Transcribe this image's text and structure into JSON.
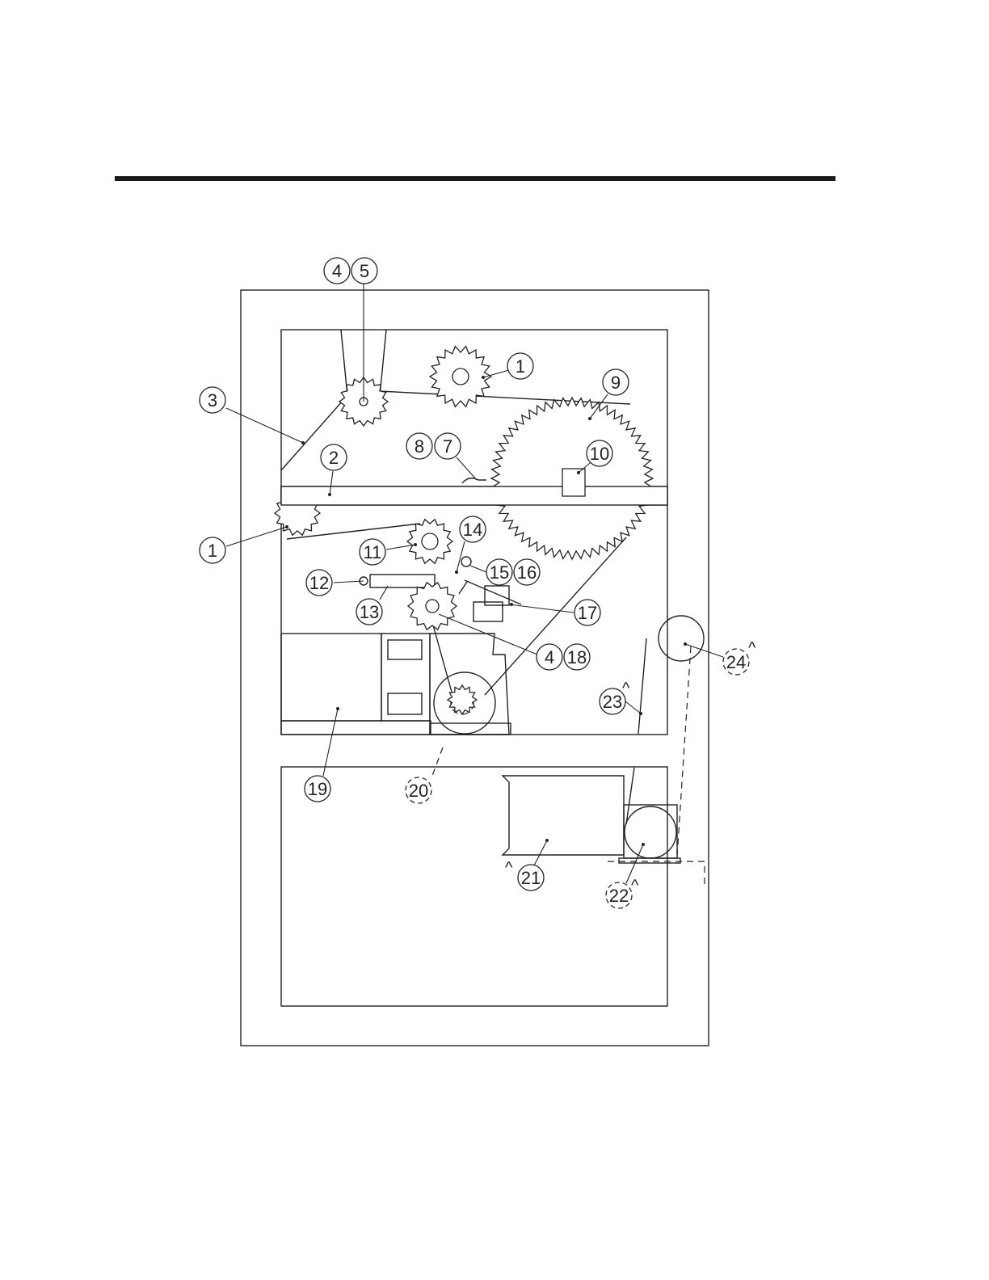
{
  "diagram": {
    "callouts": [
      {
        "id": "c4a",
        "label": "4"
      },
      {
        "id": "c5",
        "label": "5"
      },
      {
        "id": "c1a",
        "label": "1"
      },
      {
        "id": "c9",
        "label": "9"
      },
      {
        "id": "c3",
        "label": "3"
      },
      {
        "id": "c8",
        "label": "8"
      },
      {
        "id": "c7",
        "label": "7"
      },
      {
        "id": "c10",
        "label": "10"
      },
      {
        "id": "c2",
        "label": "2"
      },
      {
        "id": "c1b",
        "label": "1"
      },
      {
        "id": "c14",
        "label": "14"
      },
      {
        "id": "c11",
        "label": "11"
      },
      {
        "id": "c15",
        "label": "15"
      },
      {
        "id": "c16",
        "label": "16"
      },
      {
        "id": "c12",
        "label": "12"
      },
      {
        "id": "c13",
        "label": "13"
      },
      {
        "id": "c17",
        "label": "17"
      },
      {
        "id": "c4b",
        "label": "4"
      },
      {
        "id": "c18",
        "label": "18"
      },
      {
        "id": "c24",
        "label": "24"
      },
      {
        "id": "c23",
        "label": "23"
      },
      {
        "id": "c19",
        "label": "19"
      },
      {
        "id": "c20",
        "label": "20"
      },
      {
        "id": "c21",
        "label": "21"
      },
      {
        "id": "c22",
        "label": "22"
      }
    ],
    "revision_mark": "^"
  }
}
